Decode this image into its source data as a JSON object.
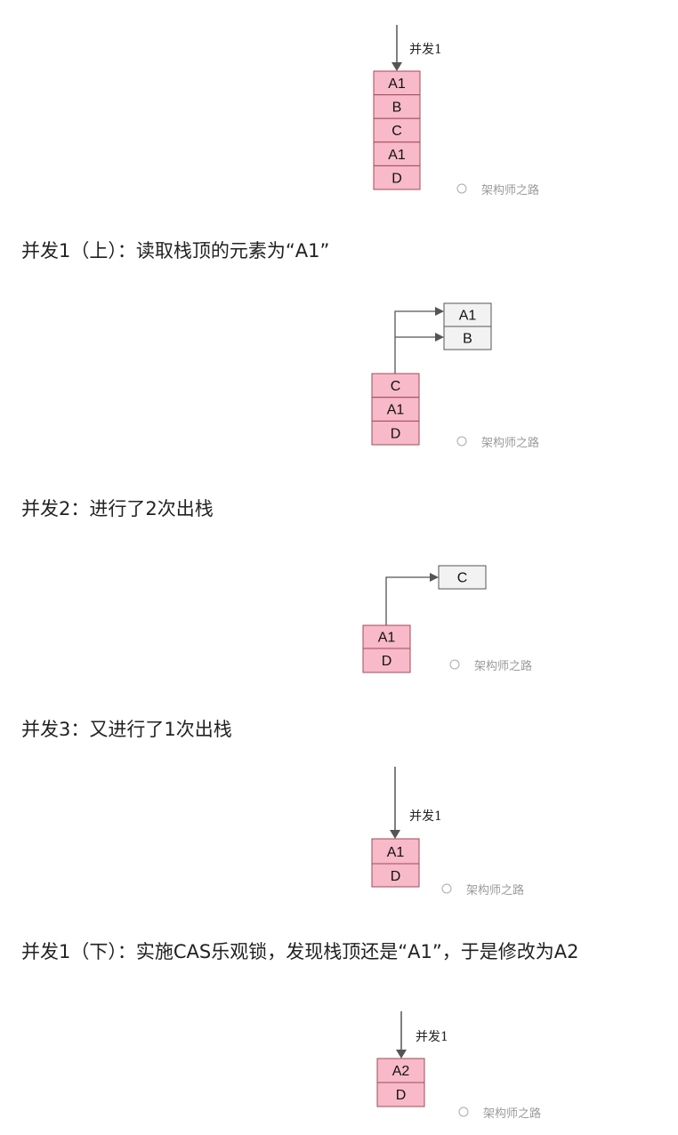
{
  "colors": {
    "stack_fill": "#f8b9c8",
    "stack_border": "#a04a5a",
    "box_fill": "#f2f2f2",
    "box_border": "#555555",
    "arrow": "#555555"
  },
  "watermark": "架构师之路",
  "figures": {
    "f1": {
      "pointer_label": "并发1",
      "cells": [
        "A1",
        "B",
        "C",
        "A1",
        "D"
      ]
    },
    "f2": {
      "popped": [
        "A1",
        "B"
      ],
      "cells": [
        "C",
        "A1",
        "D"
      ]
    },
    "f3": {
      "popped": [
        "C"
      ],
      "cells": [
        "A1",
        "D"
      ]
    },
    "f4": {
      "pointer_label": "并发1",
      "cells": [
        "A1",
        "D"
      ]
    },
    "f5": {
      "pointer_label": "并发1",
      "cells": [
        "A2",
        "D"
      ]
    }
  },
  "captions": {
    "c1": "并发1（上）：读取栈顶的元素为“A1”",
    "c2": "并发2：进行了2次出栈",
    "c3": "并发3：又进行了1次出栈",
    "c4": "并发1（下）：实施CAS乐观锁，发现栈顶还是“A1”，于是修改为A2"
  }
}
